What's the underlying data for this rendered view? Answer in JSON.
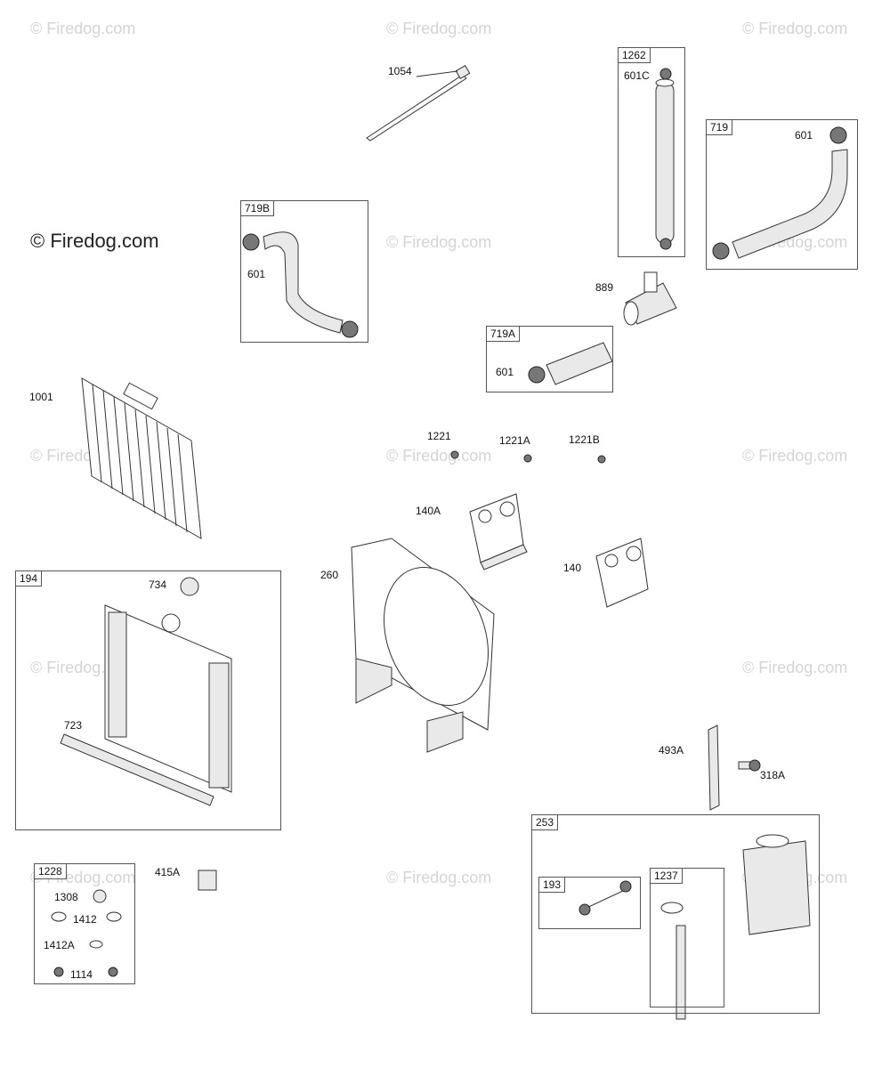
{
  "watermark": {
    "main_text": "© Firedog.com",
    "faint_text": "© Firedog.com"
  },
  "groups": {
    "g1262": {
      "id": "1262",
      "parts": [
        "601C"
      ]
    },
    "g719": {
      "id": "719",
      "parts": [
        "601"
      ]
    },
    "g719B": {
      "id": "719B",
      "parts": [
        "601"
      ]
    },
    "g719A": {
      "id": "719A",
      "parts": [
        "601"
      ]
    },
    "g194": {
      "id": "194",
      "parts": [
        "734",
        "723"
      ]
    },
    "g1228": {
      "id": "1228",
      "parts": [
        "1308",
        "1412",
        "1412A",
        "1114"
      ]
    },
    "g253": {
      "id": "253",
      "parts": []
    },
    "g193": {
      "id": "193",
      "parts": []
    },
    "g1237": {
      "id": "1237",
      "parts": []
    }
  },
  "callouts": {
    "c1054": "1054",
    "c889": "889",
    "c1001": "1001",
    "c1221": "1221",
    "c1221A": "1221A",
    "c1221B": "1221B",
    "c140A": "140A",
    "c140": "140",
    "c260": "260",
    "c493A": "493A",
    "c318A": "318A",
    "c415A": "415A"
  },
  "colors": {
    "line": "#333333",
    "watermark": "#d4d4d4",
    "background": "#ffffff"
  }
}
